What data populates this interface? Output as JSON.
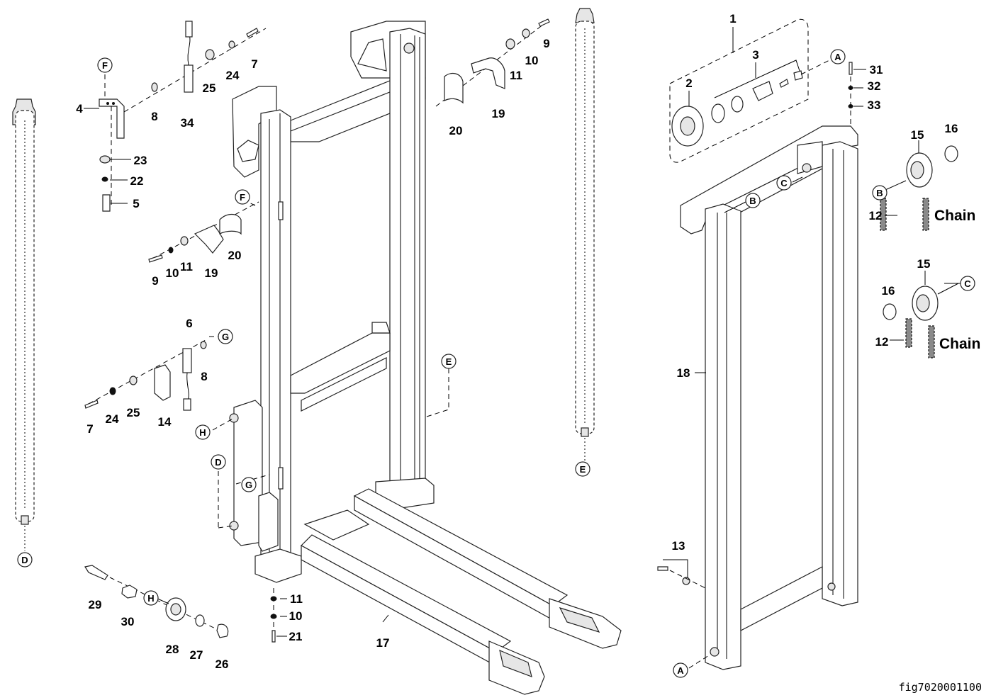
{
  "figure_id": "fig7020001100",
  "callouts": {
    "A": "A",
    "B": "B",
    "C": "C",
    "D": "D",
    "E": "E",
    "F": "F",
    "G": "G",
    "H": "H"
  },
  "part_numbers": {
    "p1": "1",
    "p2": "2",
    "p3": "3",
    "p4": "4",
    "p5": "5",
    "p6": "6",
    "p7": "7",
    "p8": "8",
    "p9": "9",
    "p10": "10",
    "p11": "11",
    "p12": "12",
    "p13": "13",
    "p14": "14",
    "p15": "15",
    "p16": "16",
    "p17": "17",
    "p18": "18",
    "p19": "19",
    "p20": "20",
    "p21": "21",
    "p22": "22",
    "p23": "23",
    "p24": "24",
    "p25": "25",
    "p26": "26",
    "p27": "27",
    "p28": "28",
    "p29": "29",
    "p30": "30",
    "p31": "31",
    "p32": "32",
    "p33": "33",
    "p34": "34"
  },
  "chain_label": "Chain"
}
